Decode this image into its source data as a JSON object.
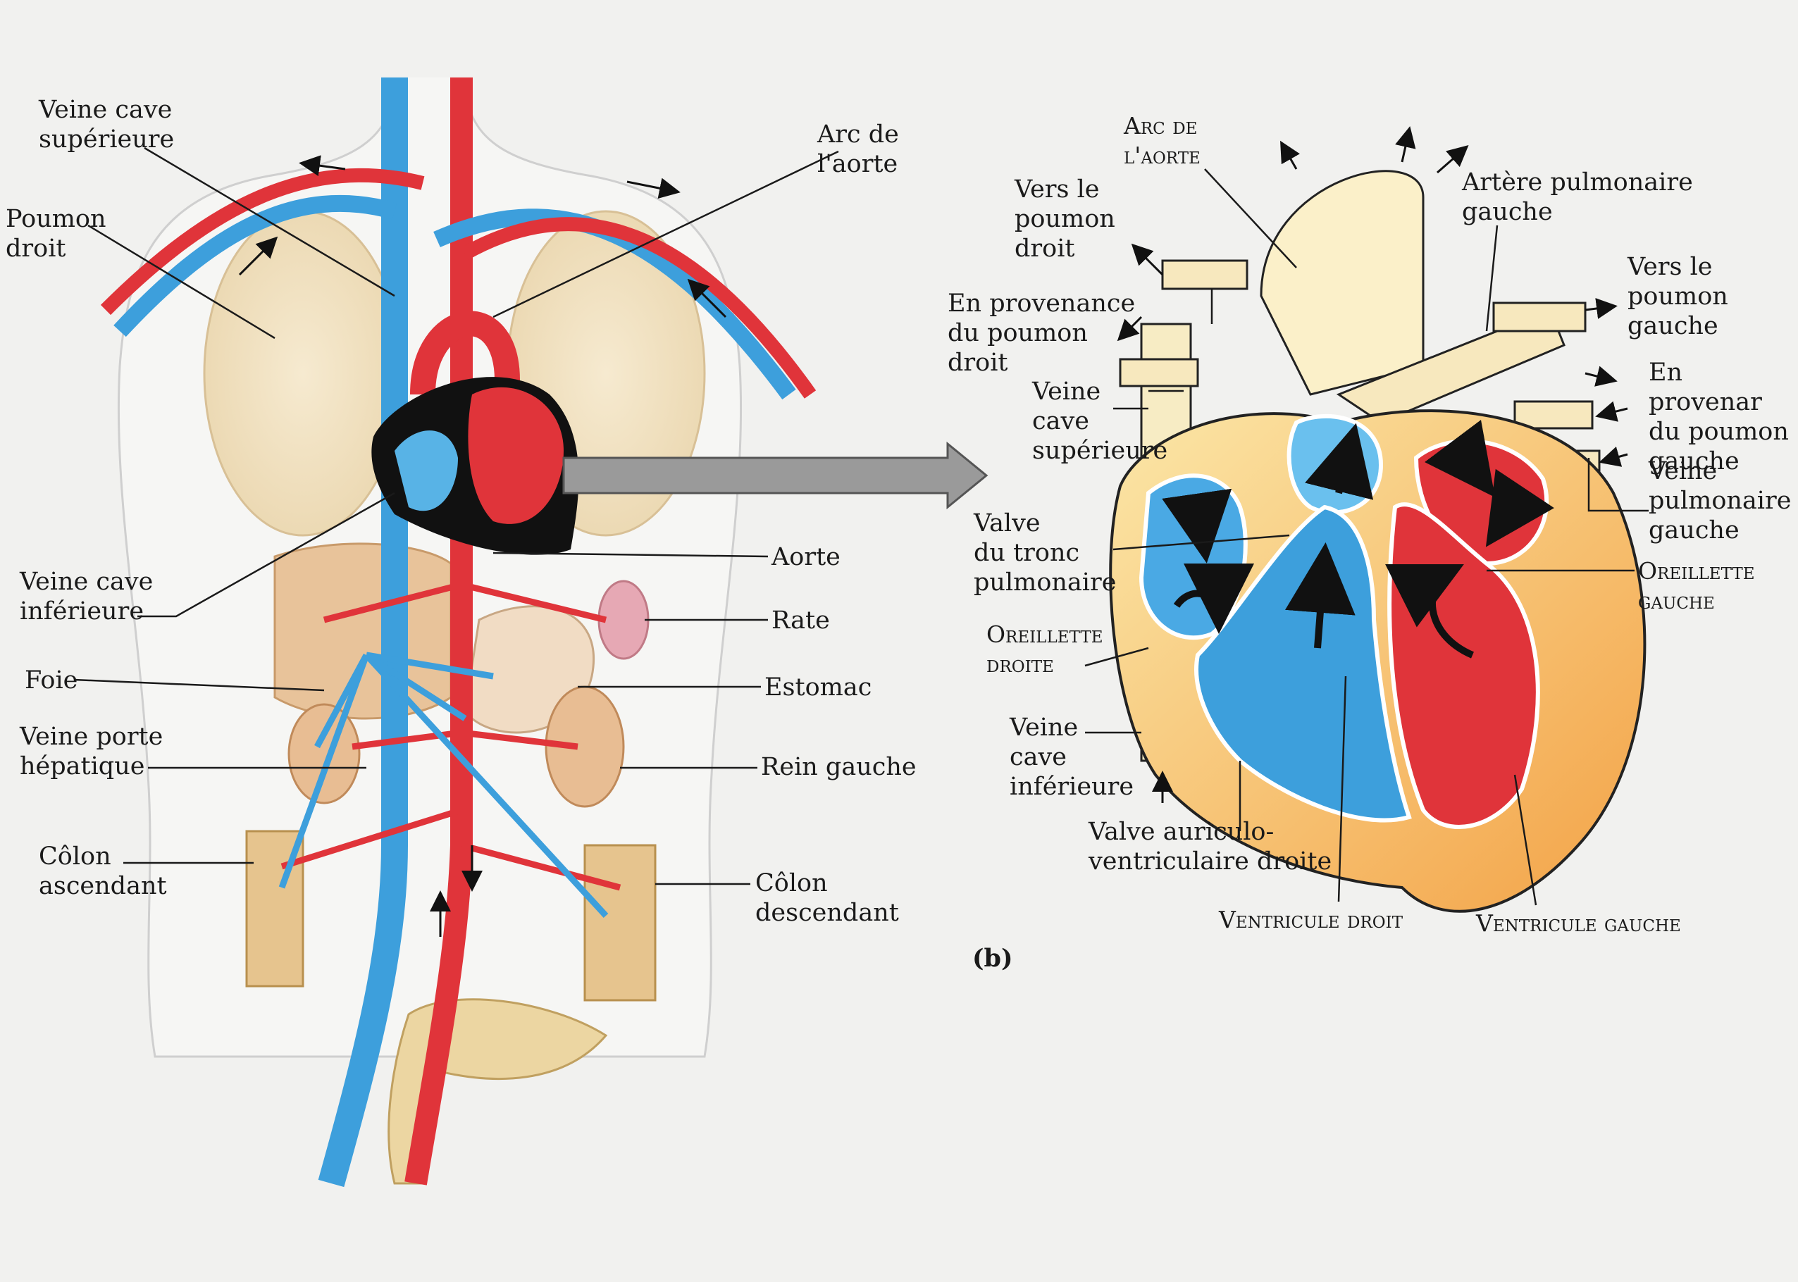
{
  "panel_a": {
    "labels": {
      "veine_cave_superieure": "Veine cave\nsupérieure",
      "poumon_droit": "Poumon\ndroit",
      "arc_de_laorte": "Arc de\nl'aorte",
      "veine_cave_inferieure": "Veine cave\ninférieure",
      "aorte": "Aorte",
      "rate": "Rate",
      "foie": "Foie",
      "estomac": "Estomac",
      "veine_porte_hepatique": "Veine porte\nhépatique",
      "rein_gauche": "Rein gauche",
      "colon_ascendant": "Côlon\nascendant",
      "colon_descendant": "Côlon\ndescendant"
    }
  },
  "panel_b": {
    "caption": "(b)",
    "labels": {
      "arc_de_laorte": "Arc de\nl'aorte",
      "vers_le_poumon_droit": "Vers le\npoumon\ndroit",
      "artere_pulmonaire_gauche": "Artère pulmonaire\ngauche",
      "vers_le_poumon_gauche": "Vers le\npoumon\ngauche",
      "en_provenance_du_poumon_droit": "En provenance\ndu poumon\ndroit",
      "en_provenance_du_poumon_gauche": "En provenar\ndu poumon\ngauche",
      "veine_cave_superieure": "Veine\ncave\nsupérieure",
      "veine_pulmonaire_gauche": "Veine\npulmonaire\ngauche",
      "valve_du_tronc_pulmonaire": "Valve\ndu tronc\npulmonaire",
      "oreillette_gauche": "Oreillette\ngauche",
      "oreillette_droite": "Oreillette\ndroite",
      "veine_cave_inferieure": "Veine\ncave\ninférieure",
      "valve_auriculo_ventriculaire_droite": "Valve auriculo-\nventriculaire droite",
      "ventricule_droit": "Ventricule droit",
      "ventricule_gauche": "Ventricule gauche"
    }
  },
  "colors": {
    "artery_red": "#e0343a",
    "vein_blue": "#3d9fdc",
    "organ_tan": "#e9c9a0",
    "lung_tan": "#f2e3c4",
    "heart_outline": "#111111",
    "pointer_arrow": "#9a9a9a"
  }
}
